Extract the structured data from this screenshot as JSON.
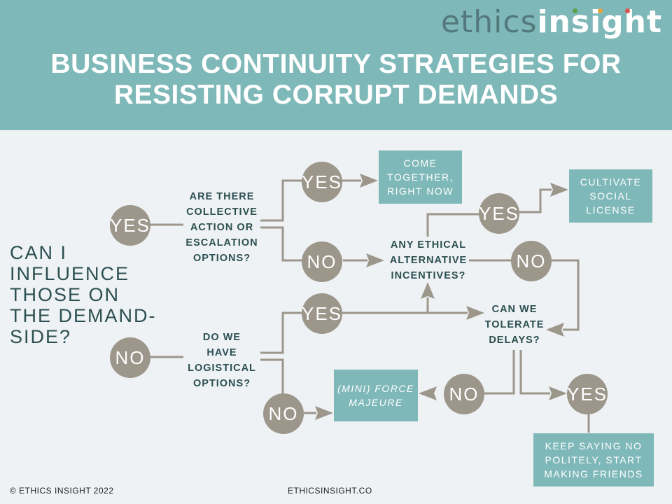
{
  "header": {
    "logo_part1": "ethics",
    "logo_part2": "insight",
    "title_line1": "BUSINESS CONTINUITY STRATEGIES FOR",
    "title_line2": "RESISTING CORRUPT DEMANDS"
  },
  "main_question": "CAN I\nINFLUENCE\nTHOSE ON\nTHE DEMAND-\nSIDE?",
  "questions": {
    "collective": "ARE THERE\nCOLLECTIVE\nACTION OR\nESCALATION\nOPTIONS?",
    "logistical": "DO WE\nHAVE\nLOGISTICAL\nOPTIONS?",
    "incentives": "ANY ETHICAL\nALTERNATIVE\nINCENTIVES?",
    "delays": "CAN WE\nTOLERATE\nDELAYS?"
  },
  "answers": {
    "yes": "YES",
    "no": "NO"
  },
  "outcomes": {
    "come_together": "COME\nTOGETHER,\nRIGHT NOW",
    "social_license": "CULTIVATE\nSOCIAL\nLICENSE",
    "force_majeure": "(MINI) FORCE\nMAJEURE",
    "keep_saying_no": "KEEP SAYING NO\nPOLITELY, START\nMAKING FRIENDS"
  },
  "footer": {
    "copyright": "© ETHICS INSIGHT 2022",
    "website": "ETHICSINSIGHT.CO"
  },
  "colors": {
    "teal": "#7fb8b8",
    "dark_teal": "#2c4f52",
    "gray_circle": "#9c968b",
    "connector": "#9c968b",
    "background": "#eef2f4",
    "logo_dots": [
      "#5a9e4b",
      "#e8a33d",
      "#d9534f"
    ]
  }
}
